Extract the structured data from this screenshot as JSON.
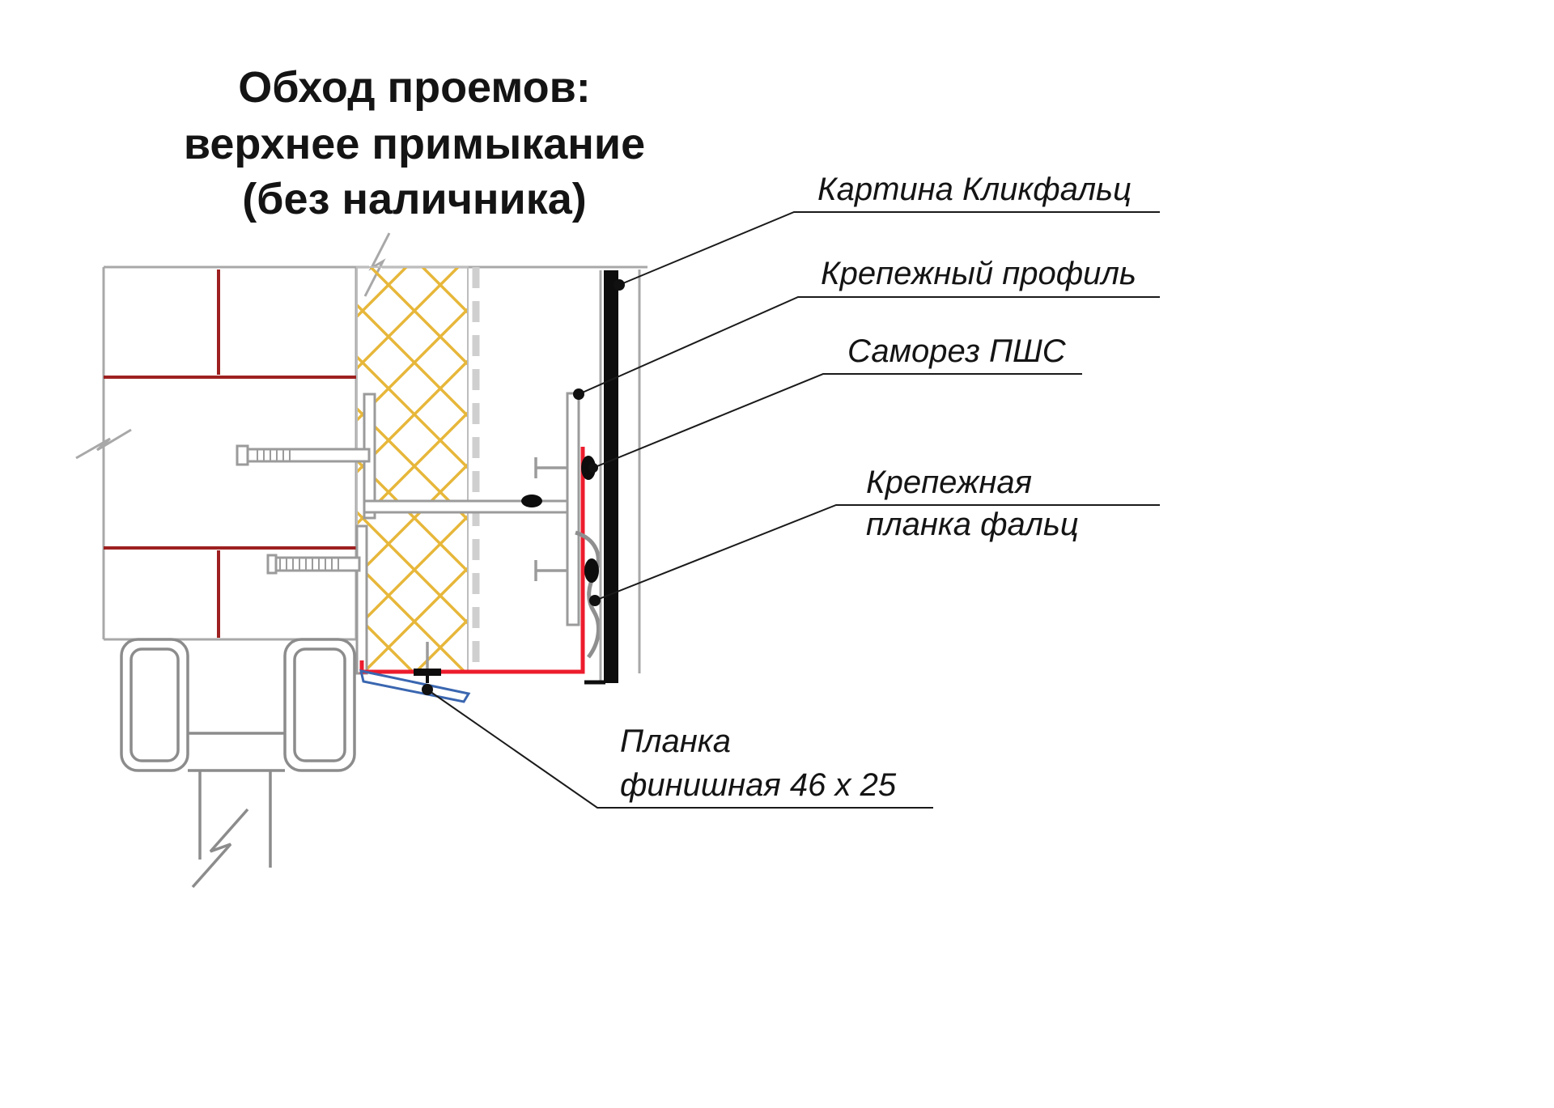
{
  "title": {
    "line1": "Обход проемов:",
    "line2": "верхнее примыкание",
    "line3": "(без наличника)"
  },
  "labels": {
    "panel": "Картина Кликфальц",
    "profile": "Крепежный профиль",
    "screw": "Саморез ПШС",
    "falz_strip_line1": "Крепежная",
    "falz_strip_line2": "планка фальц",
    "finish_strip_line1": "Планка",
    "finish_strip_line2": "финишная 46 x 25"
  },
  "colors": {
    "brick_joint_red": "#9e2020",
    "flashing_red": "#ec1c2d",
    "finish_strip_blue": "#3a66b0",
    "insulation_yellow": "#e7b73a",
    "panel_black": "#0d0d0d",
    "drawing_gray": "#9b9b9b",
    "wall_line_gray": "#a8a8a8",
    "leader_black": "#1a1a1a"
  }
}
